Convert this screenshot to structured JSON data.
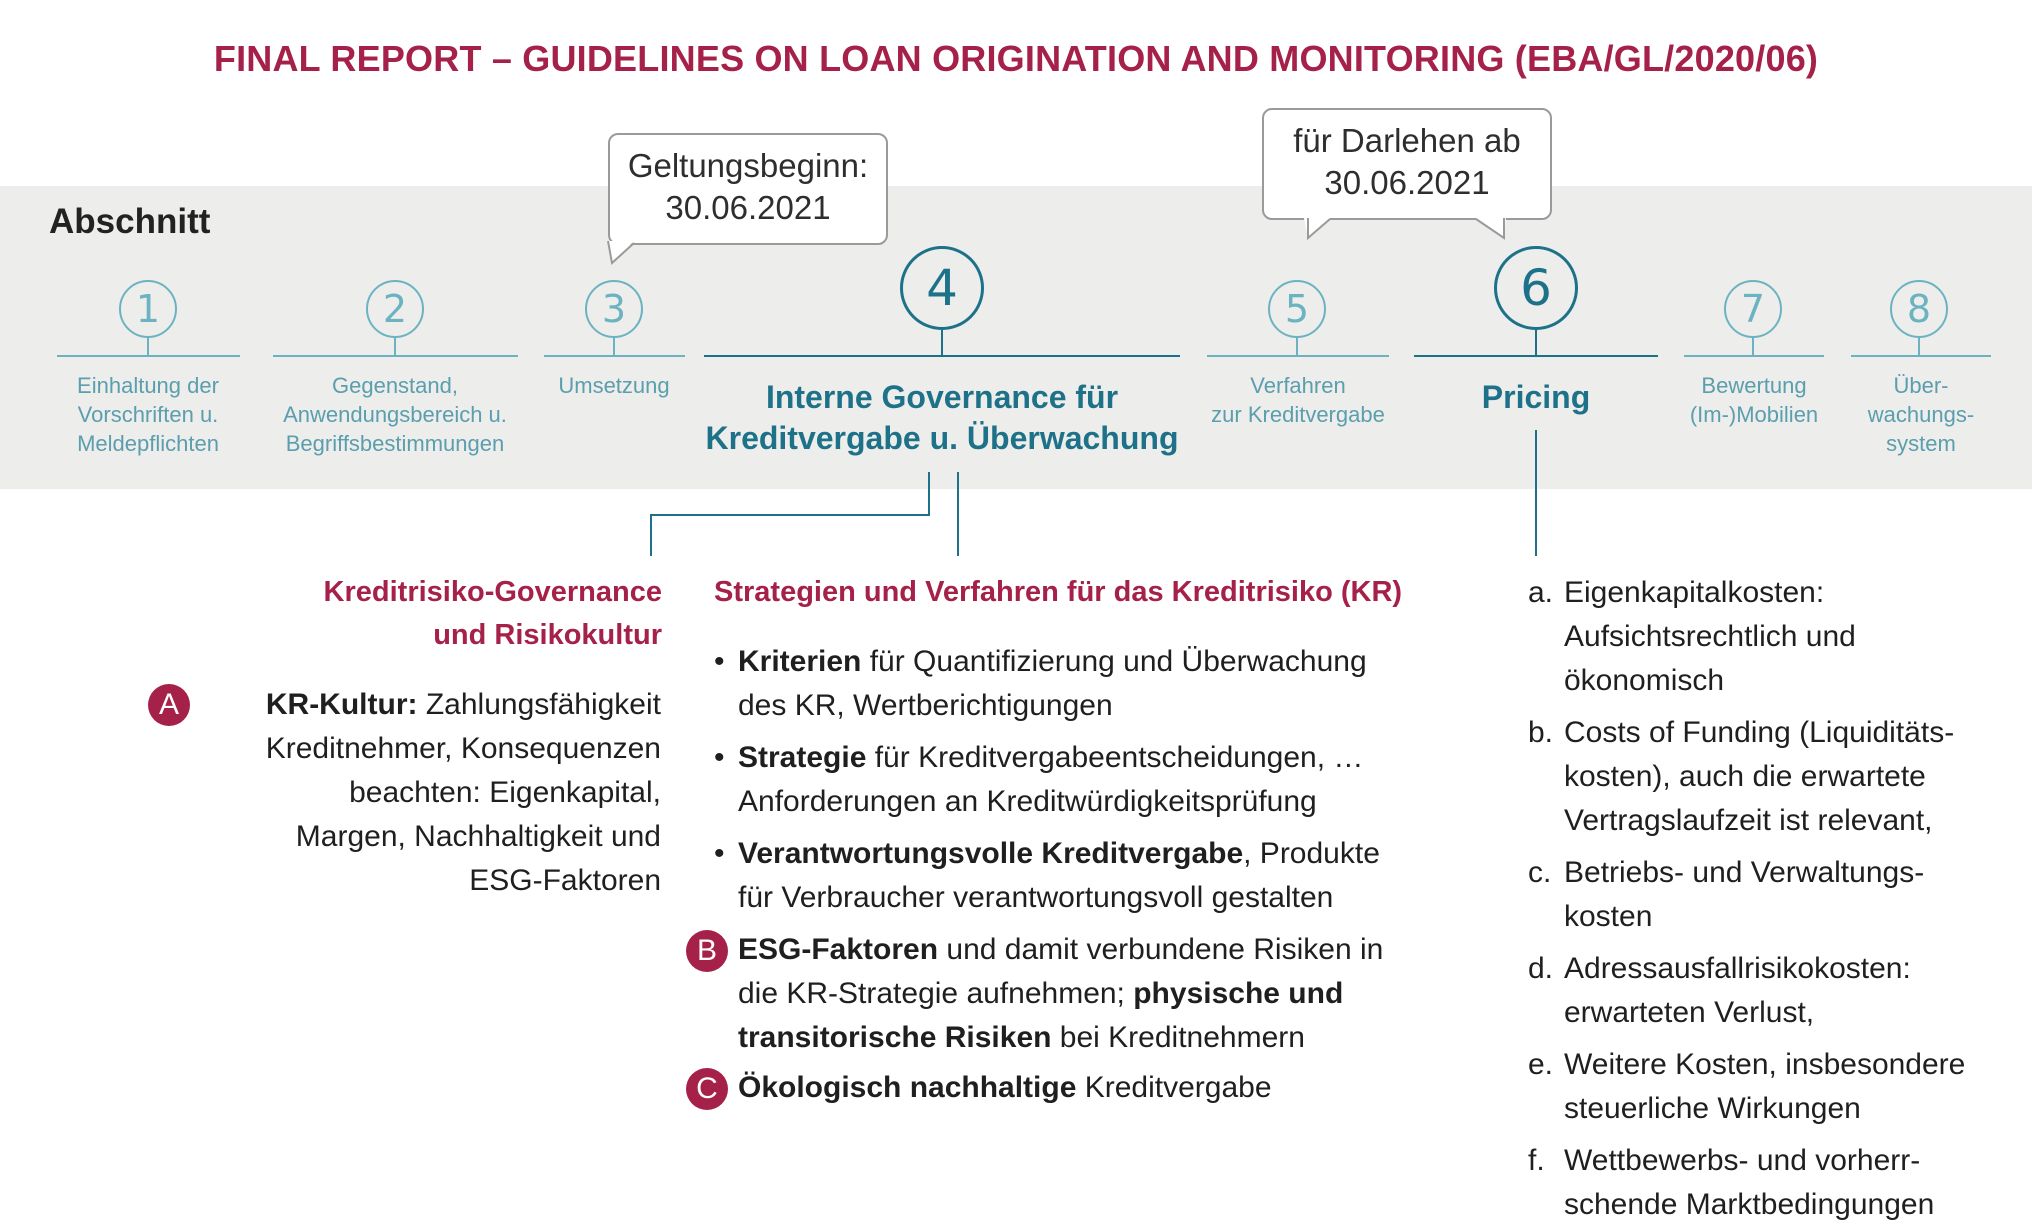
{
  "title": "FINAL REPORT – GUIDELINES ON LOAN ORIGINATION AND MONITORING (EBA/GL/2020/06)",
  "band_label": "Abschnitt",
  "callouts": {
    "geltung": [
      "Geltungsbeginn:",
      "30.06.2021"
    ],
    "darlehen": [
      "für Darlehen ab",
      "30.06.2021"
    ]
  },
  "sections": [
    {
      "num": "1",
      "label": [
        "Einhaltung der",
        "Vorschriften u.",
        "Meldepflichten"
      ]
    },
    {
      "num": "2",
      "label": [
        "Gegenstand,",
        "Anwendungsbereich u.",
        "Begriffsbestimmungen"
      ]
    },
    {
      "num": "3",
      "label": [
        "Umsetzung"
      ]
    },
    {
      "num": "4",
      "label": [
        "Interne Governance für",
        "Kreditvergabe u. Überwachung"
      ]
    },
    {
      "num": "5",
      "label": [
        "Verfahren",
        "zur Kreditvergabe"
      ]
    },
    {
      "num": "6",
      "label": [
        "Pricing"
      ]
    },
    {
      "num": "7",
      "label": [
        "Bewertung",
        "(Im-)Mobilien"
      ]
    },
    {
      "num": "8",
      "label": [
        "Über-",
        "wachungs-",
        "system"
      ]
    }
  ],
  "left": {
    "heading": [
      "Kreditrisiko-Governance",
      "und Risikokultur"
    ],
    "badge": "A",
    "bold": "KR-Kultur:",
    "lines": [
      "Zahlungsfähigkeit",
      "Kreditnehmer, Konsequenzen",
      "beachten: Eigenkapital,",
      "Margen, Nachhaltigkeit und",
      "ESG-Faktoren"
    ]
  },
  "middle": {
    "heading": "Strategien und Verfahren für das Kreditrisiko (KR)",
    "bullet": "•",
    "items": [
      {
        "bold": "Kriterien",
        "rest": " für Quantifizierung und Überwachung",
        "line2": "des KR, Wertberichtigungen"
      },
      {
        "bold": "Strategie",
        "rest": " für Kreditvergabeentscheidungen, …",
        "line2": "Anforderungen an Kreditwürdigkeitsprüfung"
      },
      {
        "bold": "Verantwortungsvolle Kreditvergabe",
        "rest": ", Produkte",
        "line2": "für Verbraucher verantwortungsvoll gestalten"
      }
    ],
    "b_badge": "B",
    "b_bold1": "ESG-Faktoren",
    "b_rest1": " und damit verbundene Risiken in",
    "b_line2_a": "die KR-Strategie aufnehmen; ",
    "b_line2_b": "physische und",
    "b_line3_a": "transitorische Risiken",
    "b_line3_b": " bei Kreditnehmern",
    "c_badge": "C",
    "c_bold": "Ökologisch nachhaltige",
    "c_rest": " Kreditvergabe"
  },
  "right": {
    "items": [
      {
        "mk": "a.",
        "lines": [
          "Eigenkapitalkosten:",
          "Aufsichtsrechtlich und",
          "ökonomisch"
        ]
      },
      {
        "mk": "b.",
        "lines": [
          "Costs of Funding (Liquiditäts-",
          "kosten), auch die erwartete",
          "Vertragslaufzeit ist relevant,"
        ]
      },
      {
        "mk": "c.",
        "lines": [
          "Betriebs- und Verwaltungs-",
          "kosten"
        ]
      },
      {
        "mk": "d.",
        "lines": [
          "Adressausfallrisikokosten:",
          "erwarteten Verlust,"
        ]
      },
      {
        "mk": "e.",
        "lines": [
          "Weitere Kosten, insbesondere",
          "steuerliche Wirkungen"
        ]
      },
      {
        "mk": "f.",
        "lines": [
          "Wettbewerbs- und vorherr-",
          "schende Marktbedingungen"
        ]
      }
    ]
  },
  "colors": {
    "accent": "#a5214a",
    "teal_dark": "#1d7188",
    "teal_light": "#6cb3c2",
    "band": "#ededeb"
  }
}
